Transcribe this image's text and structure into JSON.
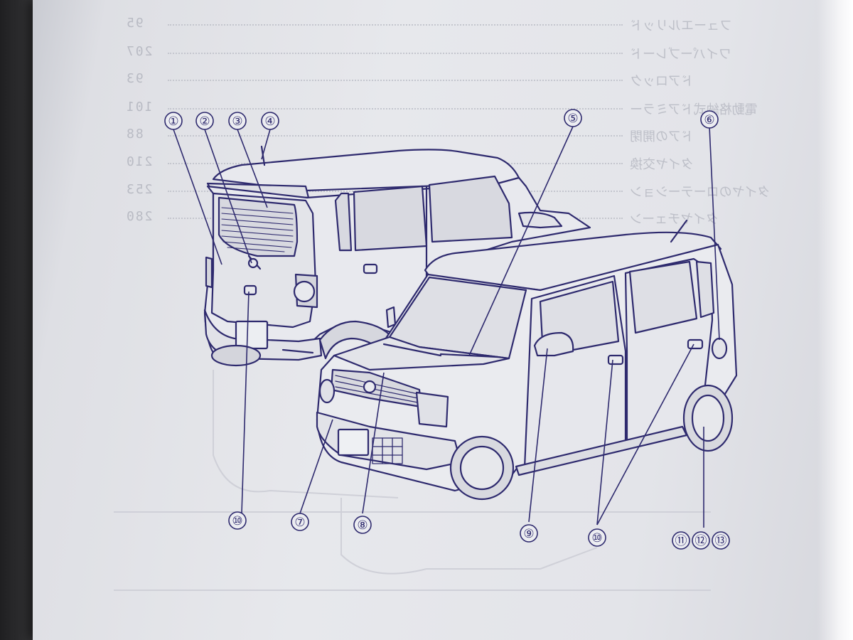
{
  "callouts": [
    {
      "id": "c1",
      "label": "①"
    },
    {
      "id": "c2",
      "label": "②"
    },
    {
      "id": "c3",
      "label": "③"
    },
    {
      "id": "c4",
      "label": "④"
    },
    {
      "id": "c5",
      "label": "⑤"
    },
    {
      "id": "c6",
      "label": "⑥"
    },
    {
      "id": "c7",
      "label": "⑦"
    },
    {
      "id": "c8",
      "label": "⑧"
    },
    {
      "id": "c9",
      "label": "⑨"
    },
    {
      "id": "c10a",
      "label": "⑩"
    },
    {
      "id": "c10b",
      "label": "⑩"
    },
    {
      "id": "c11",
      "label": "⑪"
    },
    {
      "id": "c12",
      "label": "⑫"
    },
    {
      "id": "c13",
      "label": "⑬"
    }
  ],
  "bleed_through": [
    {
      "num": "95",
      "text": "フューエルリッド"
    },
    {
      "num": "207",
      "text": "ワイパーブレード"
    },
    {
      "num": "93",
      "text": "ドアロック"
    },
    {
      "num": "101",
      "text": "電動格納式ドアミラー"
    },
    {
      "num": "88",
      "text": "ドアの開閉"
    },
    {
      "num": "210",
      "text": "タイヤ交換"
    },
    {
      "num": "253",
      "text": "タイヤのローテーション"
    },
    {
      "num": "280",
      "text": "タイヤチェーン"
    }
  ],
  "colors": {
    "ink": "#2e2a6e",
    "paper": "#e5e6ea",
    "bleed": "#bcbec7"
  }
}
